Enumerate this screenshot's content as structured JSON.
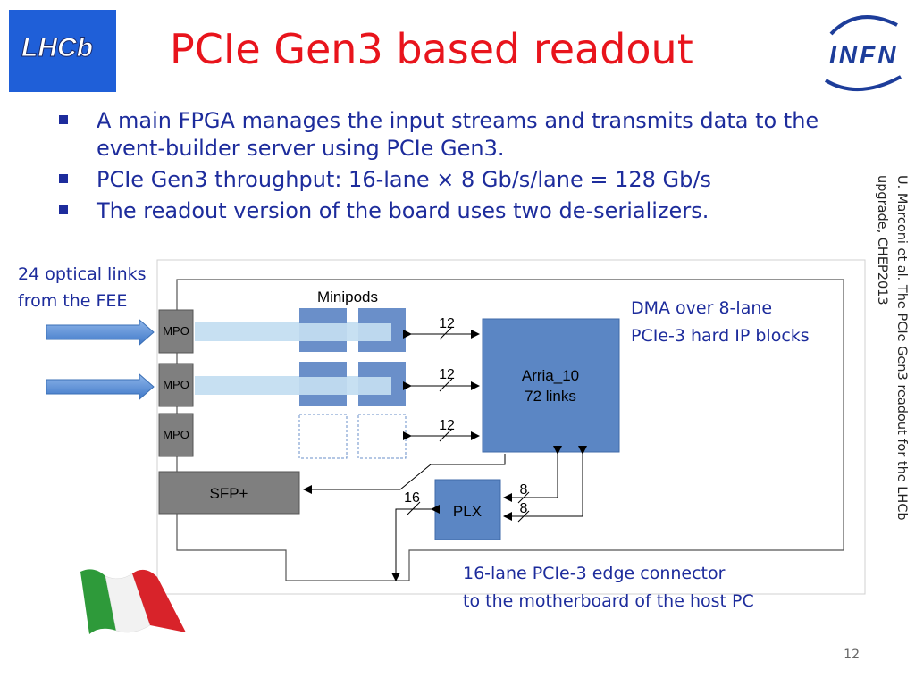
{
  "header": {
    "title": "PCIe Gen3 based readout",
    "logo_left": "LHCb",
    "logo_right": "INFN"
  },
  "bullets": [
    "A main FPGA manages the input streams and transmits data to the event-builder server using PCIe Gen3.",
    "PCIe Gen3 throughput: 16-lane × 8 Gb/s/lane = 128 Gb/s",
    "The readout version of the board uses two de-serializers."
  ],
  "annotations": {
    "optical_links_line1": "24 optical links",
    "optical_links_line2": "from the FEE",
    "dma_line1": "DMA over 8-lane",
    "dma_line2": "PCIe-3 hard IP blocks",
    "edge_line1": "16-lane PCIe-3 edge connector",
    "edge_line2": "to the motherboard of the host PC"
  },
  "citation": {
    "line1": "U. Marconi et al. The PCIe Gen3 readout for the LHCb",
    "line2": "upgrade, CHEP2013"
  },
  "diagram": {
    "minipods_label": "Minipods",
    "mpo_labels": [
      "MPO",
      "MPO",
      "MPO"
    ],
    "sfp_label": "SFP+",
    "fpga_line1": "Arria_10",
    "fpga_line2": "72 links",
    "plx_label": "PLX",
    "lane_counts": [
      "12",
      "12",
      "12",
      "16",
      "8",
      "8"
    ]
  },
  "page_number": "12",
  "colors": {
    "title_red": "#e8141c",
    "text_blue": "#1d2c9c",
    "chip_blue": "#6a8fc9",
    "fpga_blue": "#5b86c4",
    "mpo_gray": "#7f7f7f",
    "fiber": "#c7e0f2",
    "arrow_blue": "#4a86d2"
  }
}
